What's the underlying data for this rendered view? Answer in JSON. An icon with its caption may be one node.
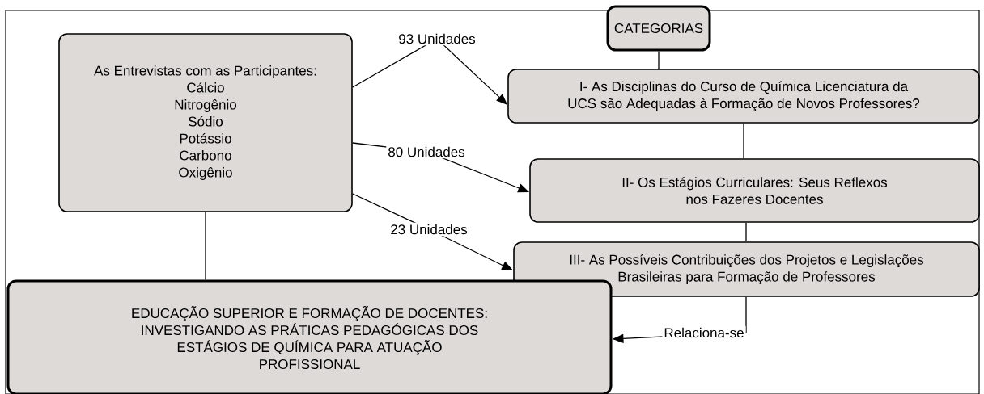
{
  "diagram": {
    "nodes": [
      {
        "text": [
          "As Entrevistas com as Participantes:",
          "Cálcio",
          "Nitrogênio",
          "Sódio",
          "Potássio",
          "Carbono",
          "Oxigênio"
        ]
      },
      {
        "text": [
          "CATEGORIAS"
        ]
      },
      {
        "text": [
          "I- As Disciplinas do Curso de Química Licenciatura da UCS são Adequadas à Formação de Novos Professores?"
        ]
      },
      {
        "text": [
          "II- Os Estágios Curriculares: Seus Reflexos nos Fazeres Docentes"
        ]
      },
      {
        "text": [
          "III- As Possíveis Contribuições dos Projetos e Legislações Brasileiras para Formação de Professores"
        ]
      },
      {
        "text": [
          "EDUCAÇÃO SUPERIOR E FORMAÇÃO DE DOCENTES: INVESTIGANDO AS PRÁTICAS PEDAGÓGICAS DOS ESTÁGIOS DE QUÍMICA PARA ATUAÇÃO PROFISSIONAL"
        ]
      }
    ],
    "edges": [
      {
        "from": 0,
        "to": 2,
        "arrow": "to",
        "label": "93 Unidades"
      },
      {
        "from": 0,
        "to": 3,
        "arrow": "to",
        "label": "80 Unidades"
      },
      {
        "from": 0,
        "to": 4,
        "arrow": "to",
        "label": "23 Unidades"
      },
      {
        "from": 1,
        "to": 2,
        "arrow": "none"
      },
      {
        "from": 2,
        "to": 3,
        "arrow": "none"
      },
      {
        "from": 3,
        "to": 4,
        "arrow": "none"
      },
      {
        "from": 0,
        "to": 5,
        "arrow": "none"
      },
      {
        "from": 4,
        "to": 5,
        "arrow": "to",
        "label": "Relaciona-se"
      }
    ]
  }
}
